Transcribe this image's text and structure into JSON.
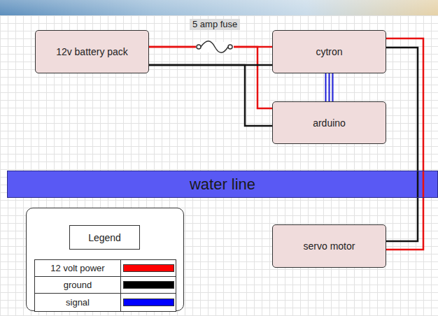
{
  "diagram": {
    "nodes": [
      {
        "text": [
          "12v battery pack"
        ]
      },
      {
        "text": [
          "cytron"
        ]
      },
      {
        "text": [
          "arduino"
        ]
      },
      {
        "text": [
          "water line"
        ]
      },
      {
        "text": [
          "servo motor"
        ]
      }
    ],
    "edges": [
      {
        "from": 0,
        "to": 1,
        "arrow": "none",
        "label": "5 amp fuse"
      },
      {
        "from": 0,
        "to": 2,
        "arrow": "none"
      },
      {
        "from": 0,
        "to": 1,
        "arrow": "none"
      },
      {
        "from": 0,
        "to": 2,
        "arrow": "none"
      },
      {
        "from": 1,
        "to": 2,
        "arrow": "none"
      },
      {
        "from": 1,
        "to": 4,
        "arrow": "none"
      },
      {
        "from": 1,
        "to": 4,
        "arrow": "none"
      }
    ],
    "labels": [
      "Legend"
    ],
    "legend": [
      {
        "text": "12 volt power",
        "color": "#ff0000"
      },
      {
        "text": "ground",
        "color": "#000000"
      },
      {
        "text": "signal",
        "color": "#0000ff"
      }
    ]
  }
}
